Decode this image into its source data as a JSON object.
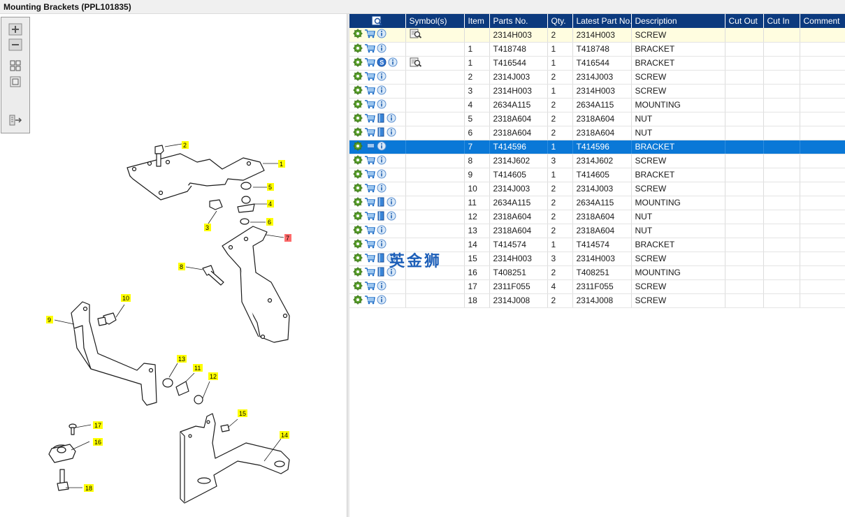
{
  "window": {
    "title": "Mounting Brackets (PPL101835)"
  },
  "toolbar": {
    "tools": [
      {
        "icon": "zoom-in-icon"
      },
      {
        "icon": "zoom-out-icon"
      },
      {
        "icon": "fit-page-icon"
      },
      {
        "icon": "actual-size-icon"
      },
      {
        "icon": "toggle-list-icon"
      }
    ]
  },
  "table": {
    "columns": {
      "tools": "",
      "symbols": "Symbol(s)",
      "item": "Item",
      "parts_no": "Parts No.",
      "qty": "Qty.",
      "latest_part_no": "Latest Part No.",
      "description": "Description",
      "cut_out": "Cut Out",
      "cut_in": "Cut In",
      "comment": "Comment"
    },
    "rows": [
      {
        "item": "",
        "parts_no": "2314H003",
        "qty": "2",
        "latest_part_no": "2314H003",
        "description": "SCREW",
        "cut_out": "",
        "cut_in": "",
        "comment": ""
      },
      {
        "item": "1",
        "parts_no": "T418748",
        "qty": "1",
        "latest_part_no": "T418748",
        "description": "BRACKET",
        "cut_out": "",
        "cut_in": "",
        "comment": ""
      },
      {
        "item": "1",
        "parts_no": "T416544",
        "qty": "1",
        "latest_part_no": "T416544",
        "description": "BRACKET",
        "cut_out": "",
        "cut_in": "",
        "comment": ""
      },
      {
        "item": "2",
        "parts_no": "2314J003",
        "qty": "2",
        "latest_part_no": "2314J003",
        "description": "SCREW",
        "cut_out": "",
        "cut_in": "",
        "comment": ""
      },
      {
        "item": "3",
        "parts_no": "2314H003",
        "qty": "1",
        "latest_part_no": "2314H003",
        "description": "SCREW",
        "cut_out": "",
        "cut_in": "",
        "comment": ""
      },
      {
        "item": "4",
        "parts_no": "2634A115",
        "qty": "2",
        "latest_part_no": "2634A115",
        "description": "MOUNTING",
        "cut_out": "",
        "cut_in": "",
        "comment": ""
      },
      {
        "item": "5",
        "parts_no": "2318A604",
        "qty": "2",
        "latest_part_no": "2318A604",
        "description": "NUT",
        "cut_out": "",
        "cut_in": "",
        "comment": ""
      },
      {
        "item": "6",
        "parts_no": "2318A604",
        "qty": "2",
        "latest_part_no": "2318A604",
        "description": "NUT",
        "cut_out": "",
        "cut_in": "",
        "comment": ""
      },
      {
        "item": "7",
        "parts_no": "T414596",
        "qty": "1",
        "latest_part_no": "T414596",
        "description": "BRACKET",
        "cut_out": "",
        "cut_in": "",
        "comment": ""
      },
      {
        "item": "8",
        "parts_no": "2314J602",
        "qty": "3",
        "latest_part_no": "2314J602",
        "description": "SCREW",
        "cut_out": "",
        "cut_in": "",
        "comment": ""
      },
      {
        "item": "9",
        "parts_no": "T414605",
        "qty": "1",
        "latest_part_no": "T414605",
        "description": "BRACKET",
        "cut_out": "",
        "cut_in": "",
        "comment": ""
      },
      {
        "item": "10",
        "parts_no": "2314J003",
        "qty": "2",
        "latest_part_no": "2314J003",
        "description": "SCREW",
        "cut_out": "",
        "cut_in": "",
        "comment": ""
      },
      {
        "item": "11",
        "parts_no": "2634A115",
        "qty": "2",
        "latest_part_no": "2634A115",
        "description": "MOUNTING",
        "cut_out": "",
        "cut_in": "",
        "comment": ""
      },
      {
        "item": "12",
        "parts_no": "2318A604",
        "qty": "2",
        "latest_part_no": "2318A604",
        "description": "NUT",
        "cut_out": "",
        "cut_in": "",
        "comment": ""
      },
      {
        "item": "13",
        "parts_no": "2318A604",
        "qty": "2",
        "latest_part_no": "2318A604",
        "description": "NUT",
        "cut_out": "",
        "cut_in": "",
        "comment": ""
      },
      {
        "item": "14",
        "parts_no": "T414574",
        "qty": "1",
        "latest_part_no": "T414574",
        "description": "BRACKET",
        "cut_out": "",
        "cut_in": "",
        "comment": ""
      },
      {
        "item": "15",
        "parts_no": "2314H003",
        "qty": "3",
        "latest_part_no": "2314H003",
        "description": "SCREW",
        "cut_out": "",
        "cut_in": "",
        "comment": ""
      },
      {
        "item": "16",
        "parts_no": "T408251",
        "qty": "2",
        "latest_part_no": "T408251",
        "description": "MOUNTING",
        "cut_out": "",
        "cut_in": "",
        "comment": ""
      },
      {
        "item": "17",
        "parts_no": "2311F055",
        "qty": "4",
        "latest_part_no": "2311F055",
        "description": "SCREW",
        "cut_out": "",
        "cut_in": "",
        "comment": ""
      },
      {
        "item": "18",
        "parts_no": "2314J008",
        "qty": "2",
        "latest_part_no": "2314J008",
        "description": "SCREW",
        "cut_out": "",
        "cut_in": "",
        "comment": ""
      }
    ]
  },
  "diagram": {
    "callouts": [
      "1",
      "2",
      "3",
      "4",
      "5",
      "6",
      "7",
      "8",
      "9",
      "10",
      "11",
      "12",
      "13",
      "14",
      "15",
      "16",
      "17",
      "18"
    ],
    "highlighted_callout": "7"
  },
  "watermark": {
    "text": "英金狮"
  },
  "colors": {
    "header": "#0c3a7e",
    "selection": "#0a78d7",
    "first_row": "#fffde0",
    "callout": "#ffff00",
    "callout_highlight": "#ff6b6b"
  }
}
